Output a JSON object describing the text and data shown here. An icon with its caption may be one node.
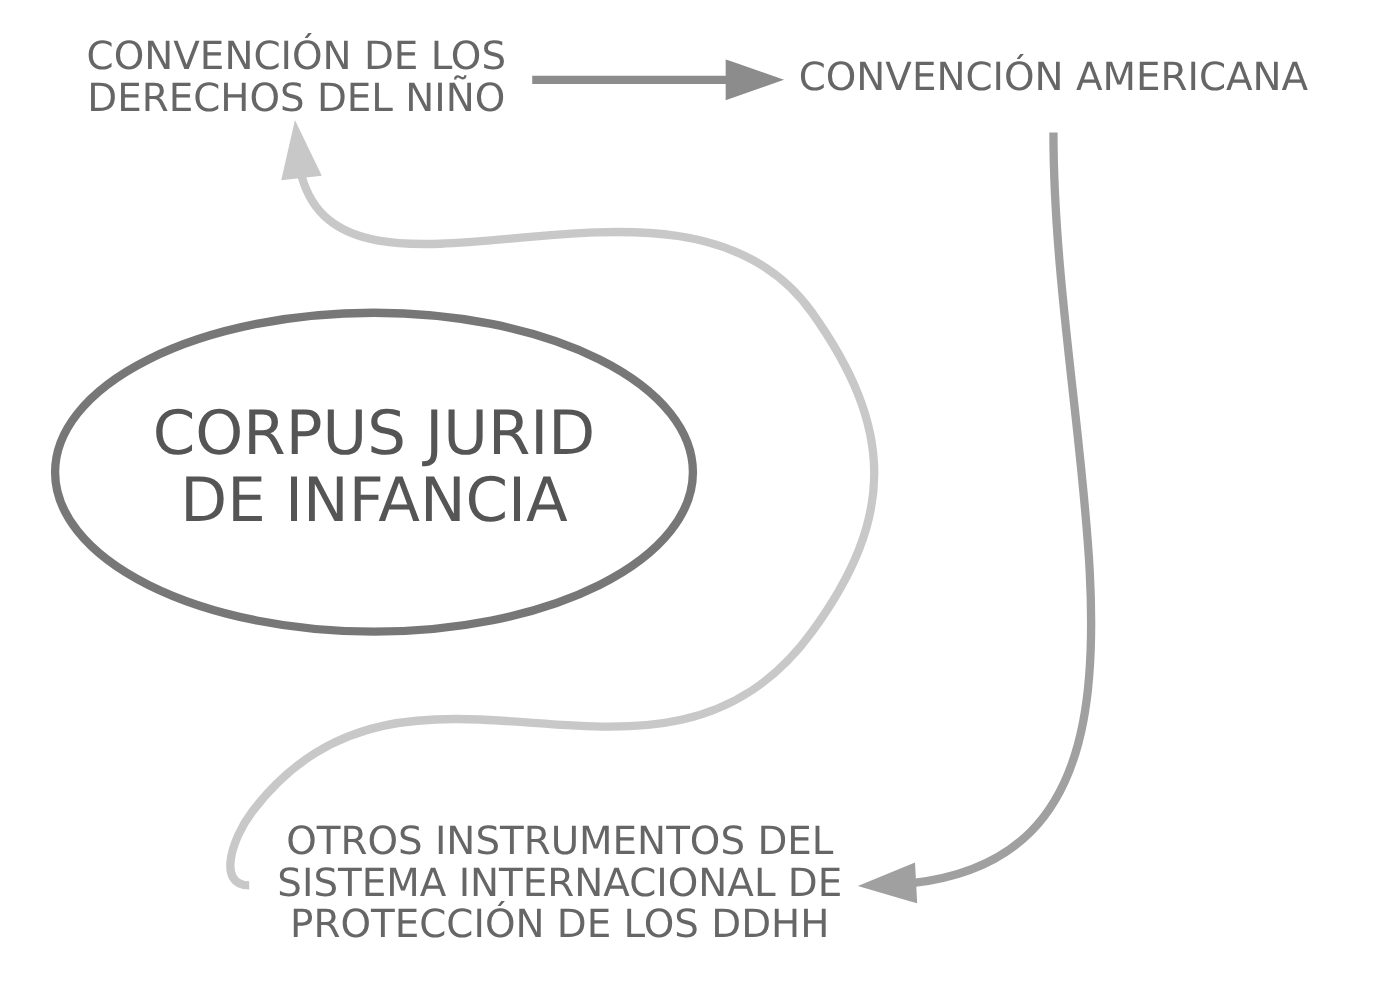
{
  "diagram": {
    "nodes": [
      {
        "text": [
          "CONVENCIÓN AMERICANA"
        ]
      },
      {
        "text": [
          "CONVENCIÓN DE LOS DERECHOS DEL NIÑO"
        ]
      },
      {
        "text": [
          "CORPUS JURID DE INFANCIA"
        ]
      },
      {
        "text": [
          "OTROS INSTRUMENTOS DEL SISTEMA INTERNACIONAL DE PROTECCIÓN DE LOS DDHH"
        ]
      }
    ],
    "edges": [
      {
        "from": 1,
        "to": 0,
        "arrow": "to",
        "color": "#8c8c8c"
      },
      {
        "from": 0,
        "to": 3,
        "arrow": "to",
        "color": "#a0a0a0"
      },
      {
        "from": 3,
        "to": 1,
        "arrow": "to",
        "color": "#c8c8c8"
      }
    ]
  }
}
